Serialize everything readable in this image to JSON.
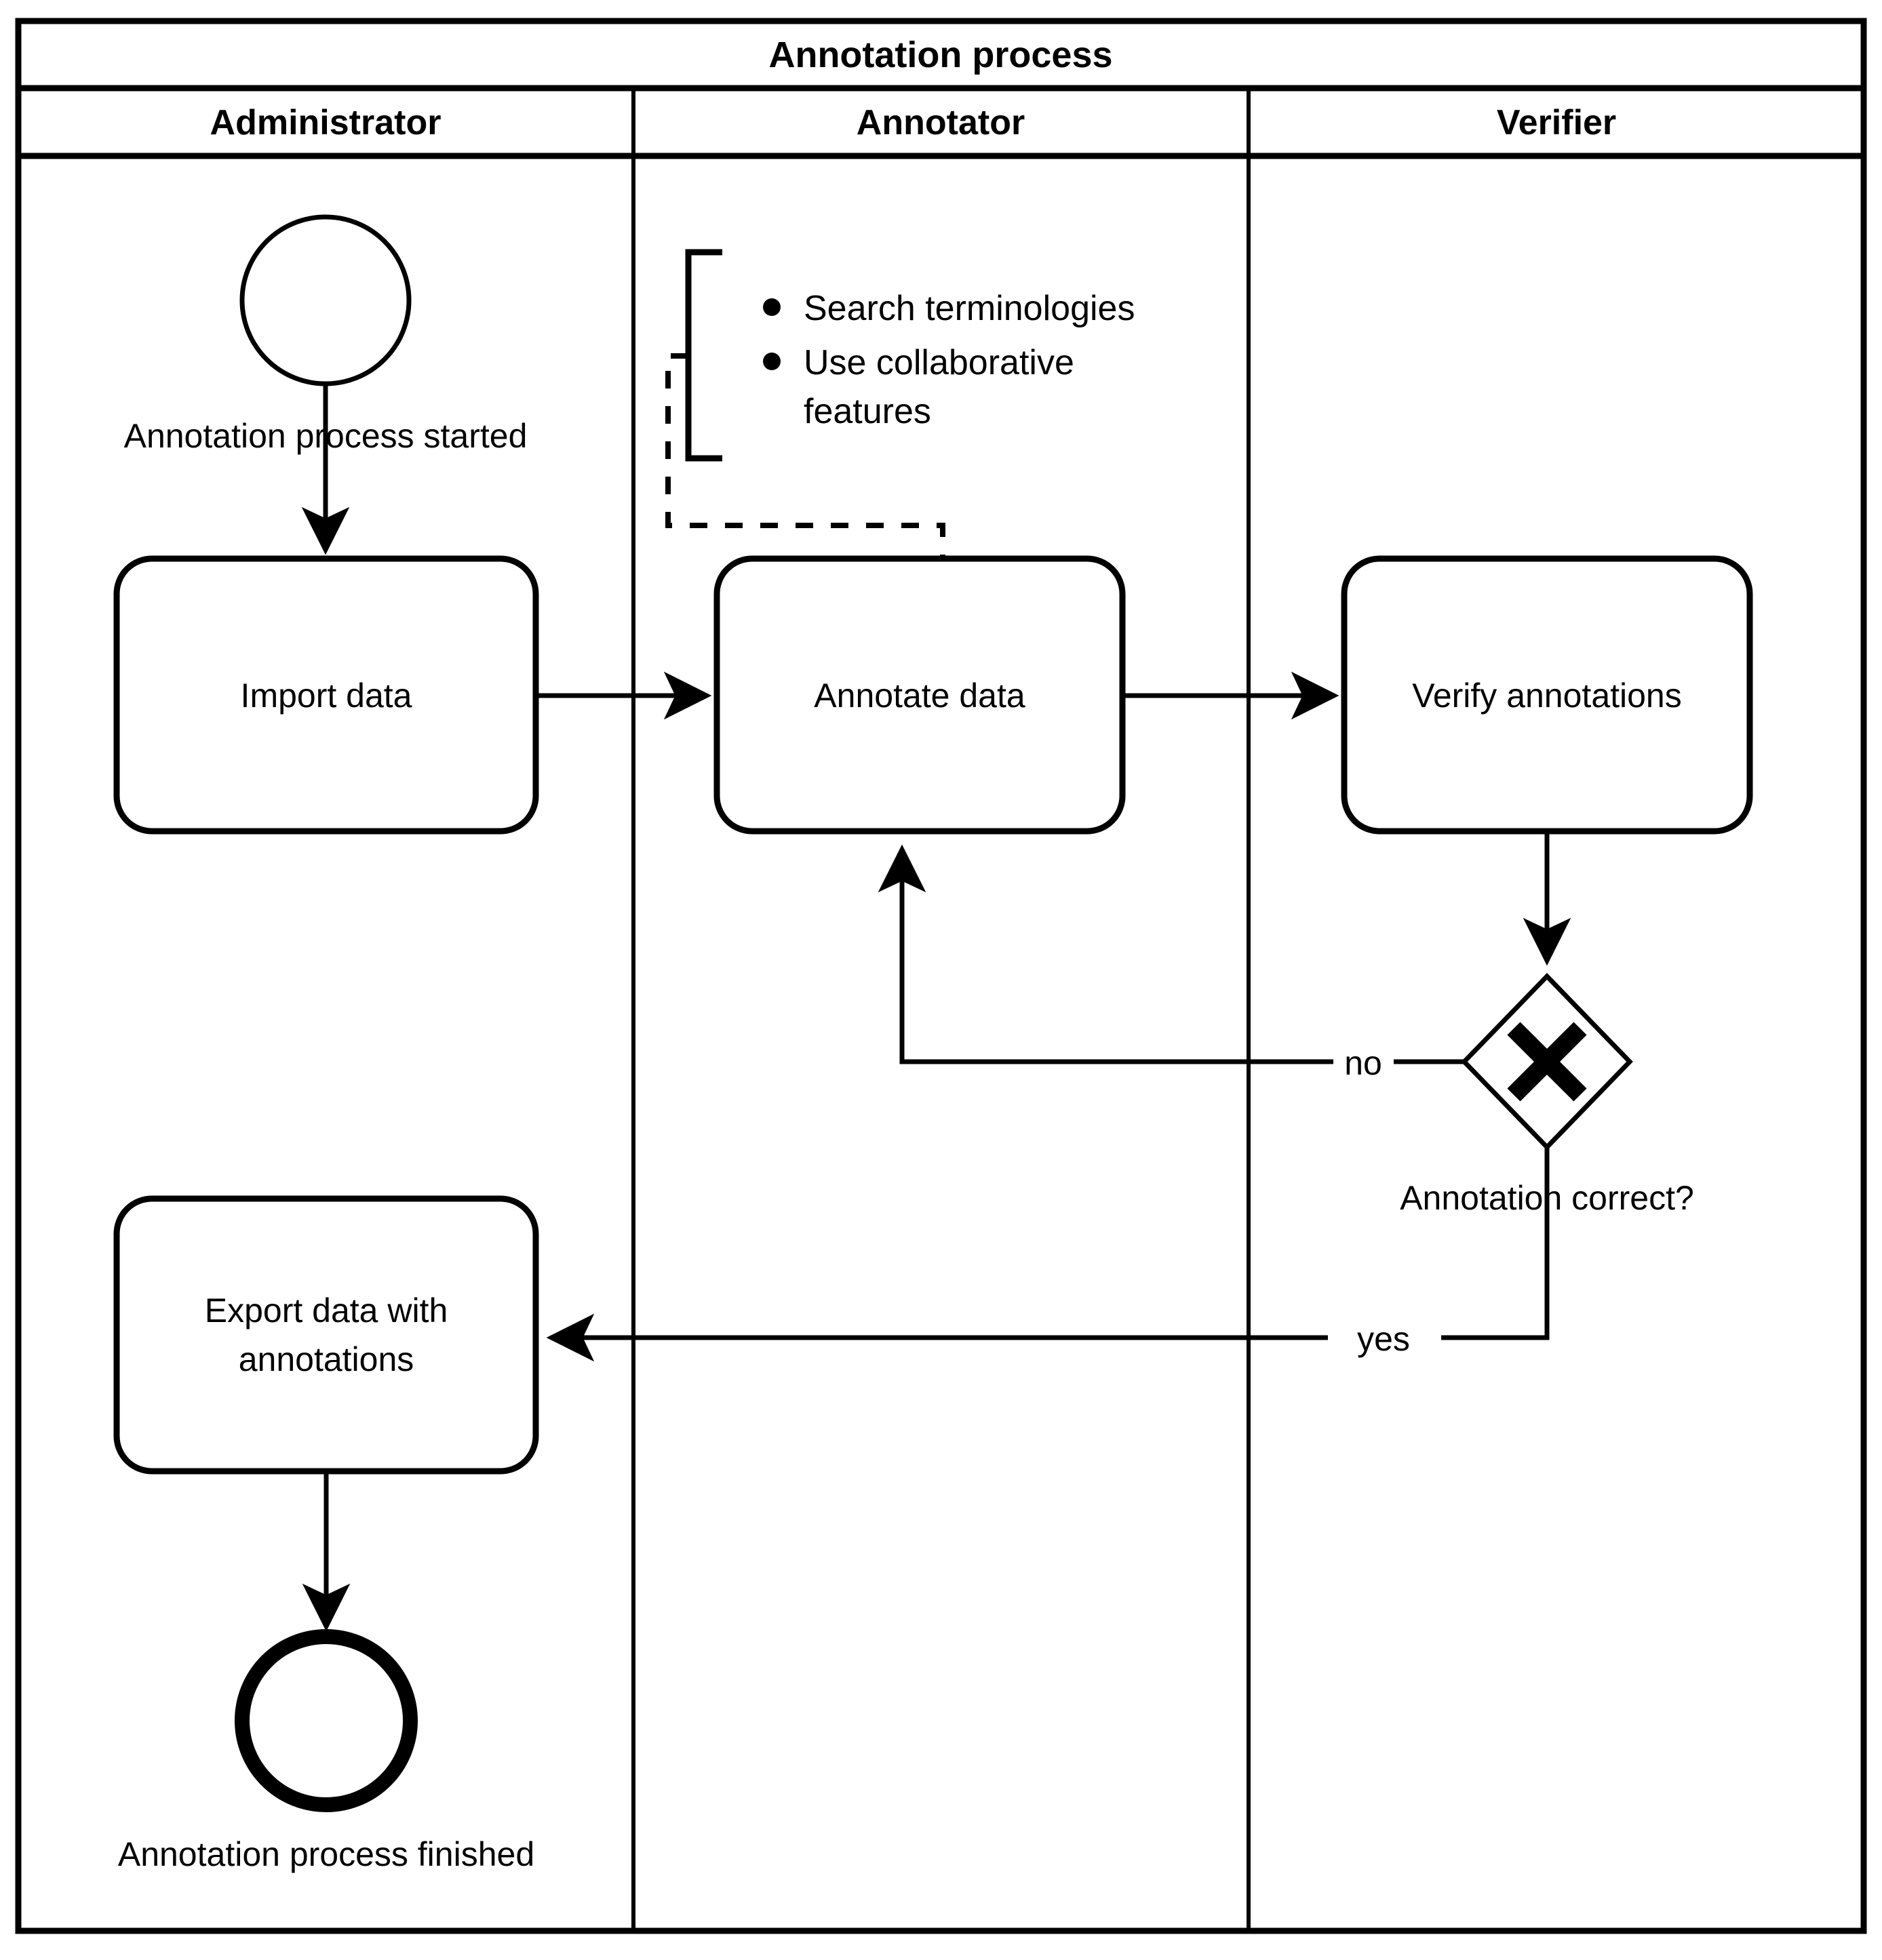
{
  "pool": {
    "title": "Annotation process"
  },
  "lanes": [
    {
      "id": "administrator",
      "label": "Administrator"
    },
    {
      "id": "annotator",
      "label": "Annotator"
    },
    {
      "id": "verifier",
      "label": "Verifier"
    }
  ],
  "events": {
    "start": {
      "type": "start-event",
      "label": "Annotation process started"
    },
    "end": {
      "type": "end-event",
      "label": "Annotation process finished"
    }
  },
  "tasks": [
    {
      "id": "import-data",
      "label": "Import data",
      "lane": "administrator"
    },
    {
      "id": "annotate-data",
      "label": "Annotate data",
      "lane": "annotator"
    },
    {
      "id": "verify-annotations",
      "label": "Verify annotations",
      "lane": "verifier"
    },
    {
      "id": "export-data",
      "label": "Export data with annotations",
      "label_line1": "Export data with",
      "label_line2": "annotations",
      "lane": "administrator"
    }
  ],
  "gateway": {
    "id": "annotation-correct",
    "type": "exclusive-gateway",
    "marker": "X",
    "label": "Annotation correct?"
  },
  "flow_labels": {
    "no": "no",
    "yes": "yes"
  },
  "text_annotation": {
    "bullets": [
      "Search terminologies",
      "Use collaborative features"
    ],
    "bullet_lines": [
      "Search terminologies",
      "Use collaborative",
      "features"
    ],
    "attached_to": "annotate-data"
  },
  "colors": {
    "stroke": "#000000",
    "fill": "#ffffff",
    "text": "#000000"
  }
}
